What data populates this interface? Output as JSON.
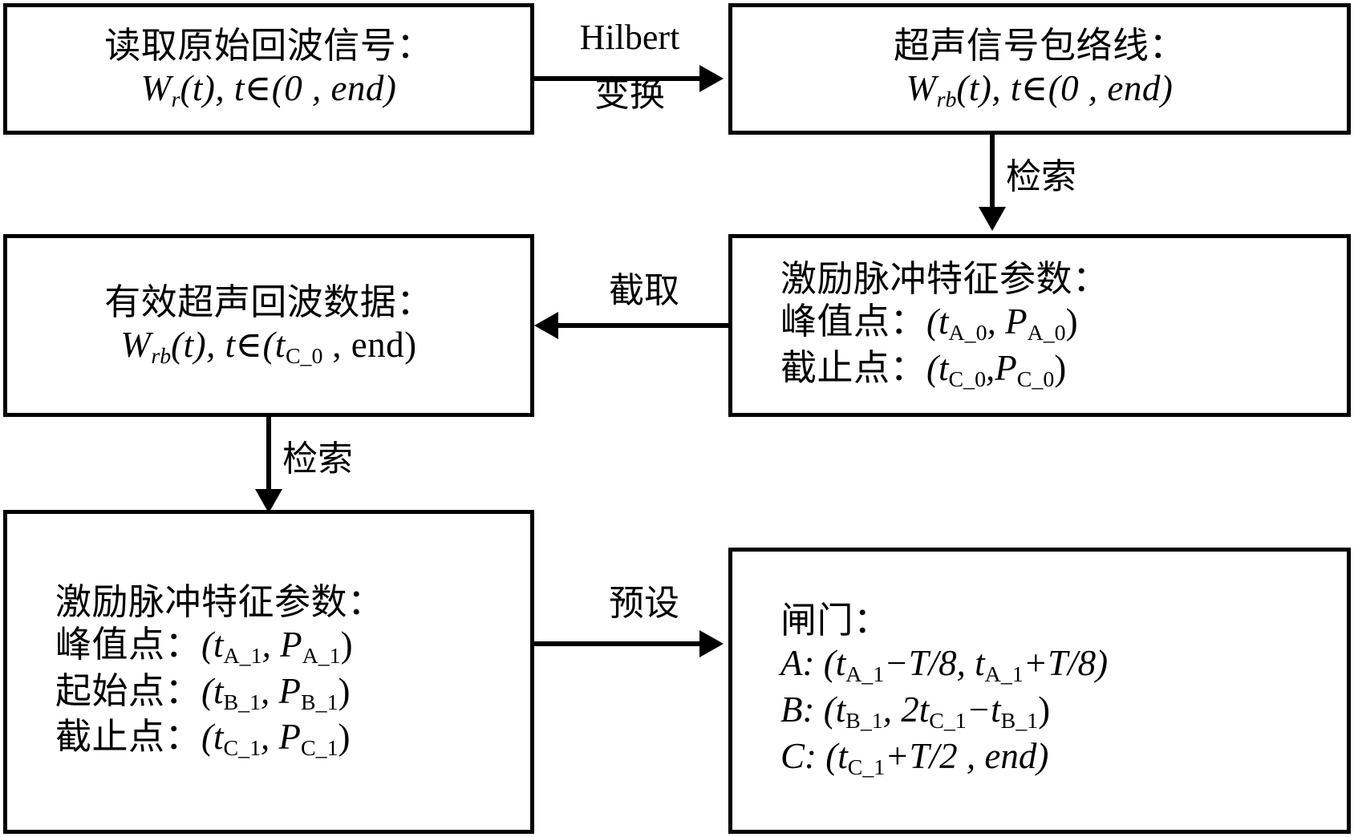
{
  "diagram": {
    "title": "超声回波信号处理与闸门预设流程图",
    "ink_color": "#000000",
    "background_color": "#ffffff"
  },
  "nodes": {
    "read_raw": {
      "name": "读取原始回波信号",
      "line1": "读取原始回波信号：",
      "line2_prefix": "W",
      "line2_sub": "r",
      "line2_rest": "(t), t∈(0 , end)"
    },
    "envelope": {
      "name": "超声信号包络线",
      "line1": "超声信号包络线：",
      "line2_prefix": "W",
      "line2_sub": "rb",
      "line2_rest": "(t), t∈(0 , end)"
    },
    "pulse_params_0": {
      "line1": "激励脉冲特征参数：",
      "line2_label": "峰值点：",
      "line2_value_open": "(t",
      "line2_sub_a": "A_0",
      "line2_mid": ", P",
      "line2_sub_b": "A_0",
      "line2_close": ")",
      "line3_label": "截止点：",
      "line3_value_open": "(t",
      "line3_sub_a": "C_0",
      "line3_mid": ",P",
      "line3_sub_b": "C_0",
      "line3_close": ")"
    },
    "valid_data": {
      "line1": "有效超声回波数据：",
      "line2_prefix": "W",
      "line2_sub": "rb",
      "line2_mid": "(t), t∈(t",
      "line2_sub2": "C_0",
      "line2_rest": " , end)"
    },
    "pulse_params_1": {
      "line1": "激励脉冲特征参数：",
      "line2_label": "峰值点：",
      "line2_open": "(t",
      "line2_sub_a": "A_1",
      "line2_mid": ", P",
      "line2_sub_b": "A_1",
      "line2_close": ")",
      "line3_label": "起始点：",
      "line3_open": "(t",
      "line3_sub_a": "B_1",
      "line3_mid": ", P",
      "line3_sub_b": "B_1",
      "line3_close": ")",
      "line4_label": "截止点：",
      "line4_open": "(t",
      "line4_sub_a": "C_1",
      "line4_mid": ", P",
      "line4_sub_b": "C_1",
      "line4_close": ")"
    },
    "gates": {
      "line1": "闸门：",
      "gate_a_label": "A: (t",
      "gate_a_sub1": "A_1",
      "gate_a_mid": "−T/8, t",
      "gate_a_sub2": "A_1",
      "gate_a_end": "+T/8)",
      "gate_b_label": "B: (t",
      "gate_b_sub1": "B_1",
      "gate_b_mid": ", 2t",
      "gate_b_sub2": "C_1",
      "gate_b_mid2": "−t",
      "gate_b_sub3": "B_1",
      "gate_b_end": ")",
      "gate_c_label": "C: (t",
      "gate_c_sub1": "C_1",
      "gate_c_mid": "+T/2 , end)"
    }
  },
  "edges": {
    "hilbert": {
      "line1": "Hilbert",
      "line2": "变换"
    },
    "retrieve_top": {
      "label": "检索"
    },
    "truncate": {
      "label": "截取"
    },
    "retrieve_left": {
      "label": "检索"
    },
    "preset": {
      "label": "预设"
    }
  }
}
